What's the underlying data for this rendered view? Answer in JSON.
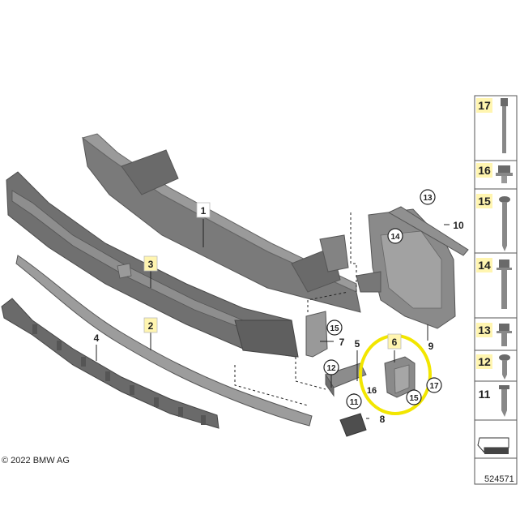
{
  "diagram": {
    "copyright": "© 2022 BMW AG",
    "diagram_number": "524571",
    "callouts": {
      "c1": "1",
      "c2": "2",
      "c3": "3",
      "c4": "4",
      "c5": "5",
      "c6": "6",
      "c7": "7",
      "c8": "8",
      "c9": "9",
      "c10": "10",
      "c11": "11",
      "c12": "12",
      "c13": "13",
      "c14": "14",
      "c15a": "15",
      "c15b": "15",
      "c16": "16",
      "c17": "17"
    },
    "fasteners": [
      {
        "number": "17",
        "icon": "long-bolt-icon"
      },
      {
        "number": "16",
        "icon": "flange-nut-icon"
      },
      {
        "number": "15",
        "icon": "screw-icon"
      },
      {
        "number": "14",
        "icon": "hex-bolt-icon"
      },
      {
        "number": "13",
        "icon": "short-bolt-icon"
      },
      {
        "number": "12",
        "icon": "self-tapping-screw-icon"
      },
      {
        "number": "11",
        "icon": "expanding-rivet-icon"
      }
    ],
    "colors": {
      "highlight": "#f2e600",
      "label_box": "#fff5b0",
      "part_dark": "#6d6d6d",
      "part_mid": "#8a8a8a",
      "part_light": "#a9a9a9"
    }
  }
}
